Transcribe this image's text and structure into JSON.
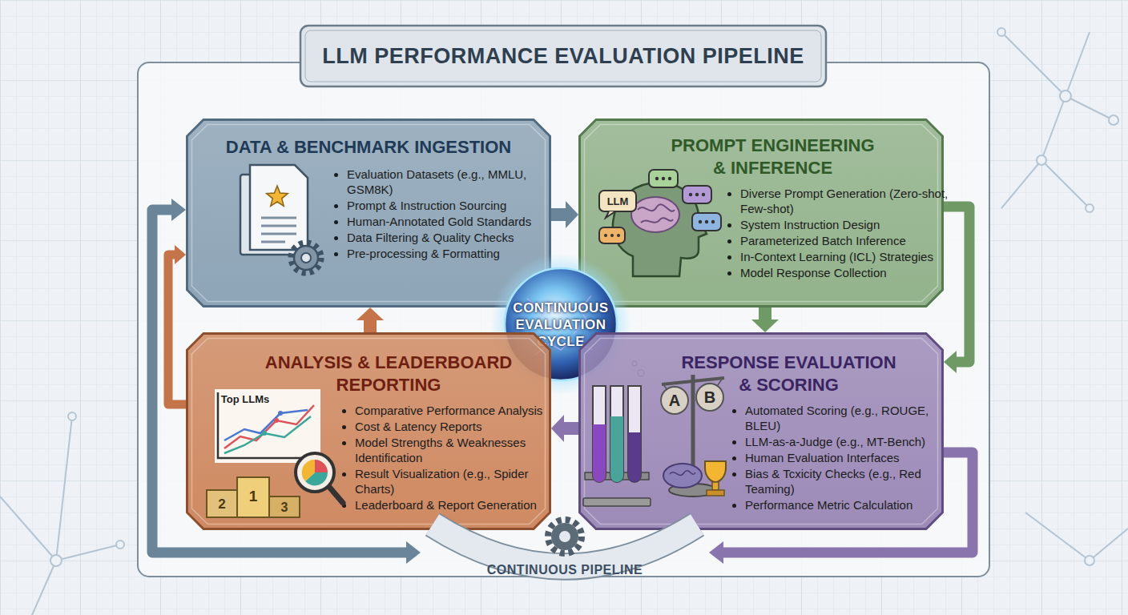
{
  "diagram": {
    "title": "LLM PERFORMANCE EVALUATION PIPELINE",
    "nodes": [
      {
        "text": [
          "DATA & BENCHMARK INGESTION",
          "Evaluation Datasets (e.g., MMLU, GSM8K)",
          "Prompt & Instruction Sourcing",
          "Human-Annotated Gold Standards",
          "Data Filtering & Quality Checks",
          "Pre-processing & Formatting"
        ]
      },
      {
        "text": [
          "PROMPT ENGINEERING & INFERENCE",
          "Diverse Prompt Generation (Zero-shot, Few-shot)",
          "System Instruction Design",
          "Parameterized Batch Inference",
          "In-Context Learning (ICL) Strategies",
          "Model Response Collection"
        ]
      },
      {
        "text": [
          "CONTINUOUS EVALUATION CYCLE"
        ]
      },
      {
        "text": [
          "ANALYSIS & LEADERBOARD REPORTING",
          "Comparative Performance Analysis",
          "Cost & Latency Reports",
          "Model Strengths & Weaknesses Identification",
          "Result Visualization (e.g., Spider Charts)",
          "Leaderboard & Report Generation"
        ]
      },
      {
        "text": [
          "RESPONSE EVALUATION & SCORING",
          "Automated Scoring (e.g., ROUGE, BLEU)",
          "LLM-as-a-Judge (e.g., MT-Bench)",
          "Human Evaluation Interfaces",
          "Bias & Tcxicity Checks (e.g., Red Teaming)",
          "Performance Metric Calculation"
        ]
      },
      {
        "text": [
          "CONTINUOUS PIPELINE"
        ]
      }
    ],
    "edges": [
      {
        "from": 0,
        "to": 1,
        "arrow": "to"
      },
      {
        "from": 1,
        "to": 4,
        "arrow": "to"
      },
      {
        "from": 4,
        "to": 3,
        "arrow": "to"
      },
      {
        "from": 3,
        "to": 0,
        "arrow": "to"
      },
      {
        "from": 1,
        "to": 4,
        "arrow": "to"
      },
      {
        "from": 4,
        "to": 5,
        "arrow": "to"
      },
      {
        "from": 3,
        "to": 0,
        "arrow": "to"
      },
      {
        "from": 5,
        "to": 0,
        "arrow": "both"
      }
    ],
    "labels": [
      "LLM",
      "Top LLMs",
      "2",
      "1",
      "3",
      "A",
      "B"
    ]
  }
}
